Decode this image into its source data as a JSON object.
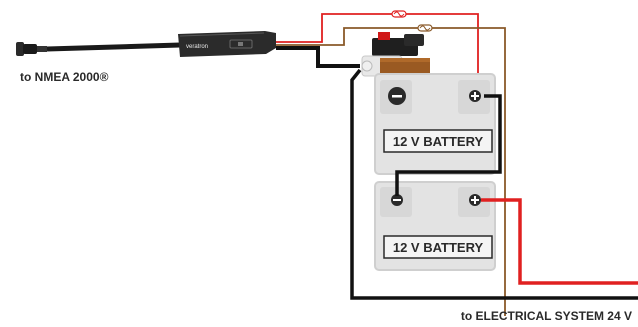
{
  "labels": {
    "nmea": "to NMEA 2000®",
    "system": "to ELECTRICAL SYSTEM 24 V"
  },
  "sensor": {
    "brand": "veratron"
  },
  "batteries": [
    {
      "label": "12 V BATTERY"
    },
    {
      "label": "12 V BATTERY"
    }
  ],
  "colors": {
    "positive_wire": "#e02020",
    "negative_wire": "#111111",
    "sense_wire": "#8a5a2a",
    "battery_body": "#e3e3e3",
    "battery_border": "#cfcfcf"
  },
  "icons": {
    "minus_terminal": "minus-icon",
    "plus_terminal": "plus-icon",
    "fuse": "fuse-icon"
  }
}
